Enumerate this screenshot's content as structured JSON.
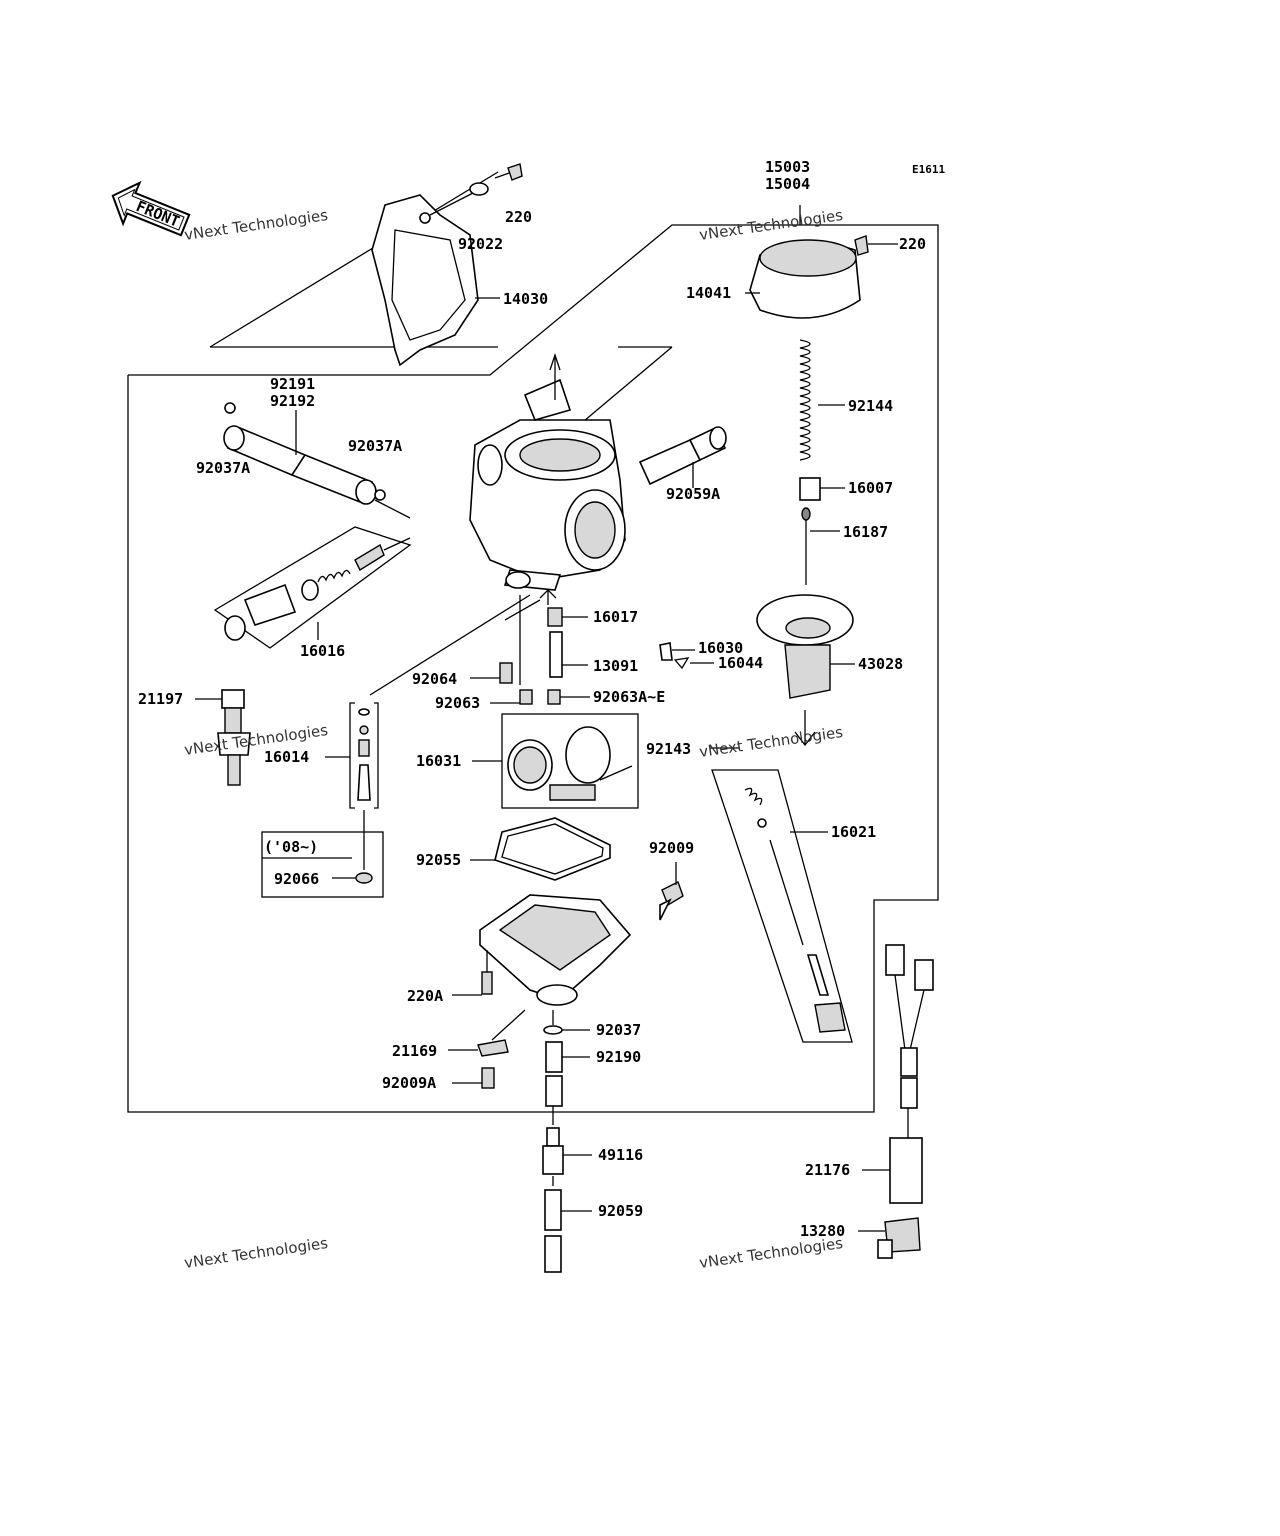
{
  "diagram": {
    "code": "E1611",
    "front_label": "FRONT",
    "note": "('08~)"
  },
  "watermark": {
    "line1": "vNext Technologies",
    "line2": "vNext Technologies"
  },
  "parts": {
    "p15003": "15003",
    "p15004": "15004",
    "p220_top": "220",
    "p92022": "92022",
    "p14030": "14030",
    "p220_right": "220",
    "p14041": "14041",
    "p92191": "92191",
    "p92192": "92192",
    "p92037A_left": "92037A",
    "p92037A_right": "92037A",
    "p92144": "92144",
    "p92059A": "92059A",
    "p16007": "16007",
    "p16187": "16187",
    "p16016": "16016",
    "p16017": "16017",
    "p16030": "16030",
    "p16044": "16044",
    "p43028": "43028",
    "p13091": "13091",
    "p92064": "92064",
    "p92063": "92063",
    "p92063AE": "92063A~E",
    "p21197": "21197",
    "p16014": "16014",
    "p16031": "16031",
    "p92143": "92143",
    "p16021": "16021",
    "p92055": "92055",
    "p92009": "92009",
    "p92066": "92066",
    "p220A": "220A",
    "p92037": "92037",
    "p21169": "21169",
    "p92190": "92190",
    "p92009A": "92009A",
    "p49116": "49116",
    "p92059": "92059",
    "p21176": "21176",
    "p13280": "13280"
  }
}
